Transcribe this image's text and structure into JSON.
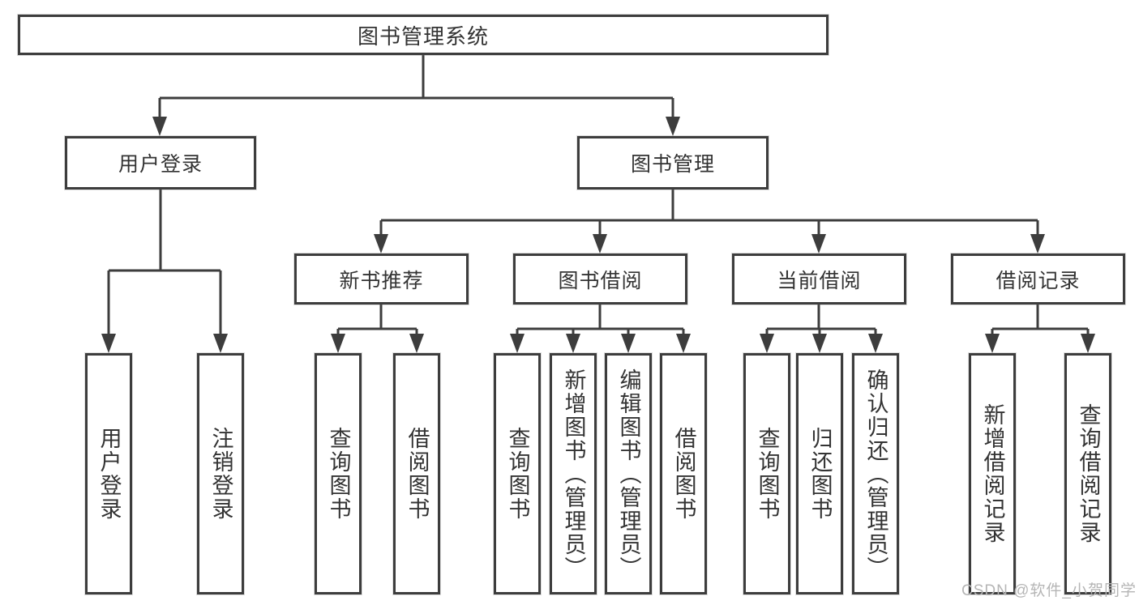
{
  "tree": {
    "label": "图书管理系统",
    "children": [
      {
        "label": "用户登录",
        "children": [
          {
            "label": "用户登录"
          },
          {
            "label": "注销登录"
          }
        ]
      },
      {
        "label": "图书管理",
        "children": [
          {
            "label": "新书推荐",
            "children": [
              {
                "label": "查询图书"
              },
              {
                "label": "借阅图书"
              }
            ]
          },
          {
            "label": "图书借阅",
            "children": [
              {
                "label": "查询图书"
              },
              {
                "label": "新增图书（管理员）"
              },
              {
                "label": "编辑图书（管理员）"
              },
              {
                "label": "借阅图书"
              }
            ]
          },
          {
            "label": "当前借阅",
            "children": [
              {
                "label": "查询图书"
              },
              {
                "label": "归还图书"
              },
              {
                "label": "确认归还（管理员）"
              }
            ]
          },
          {
            "label": "借阅记录",
            "children": [
              {
                "label": "新增借阅记录"
              },
              {
                "label": "查询借阅记录"
              }
            ]
          }
        ]
      }
    ]
  },
  "watermark": {
    "text": "CSDN @软件_小贺同学"
  },
  "colors": {
    "line": "#3d3d3d",
    "text": "#333333",
    "box_background": "#ffffff",
    "watermark": "#b5b5b5"
  }
}
